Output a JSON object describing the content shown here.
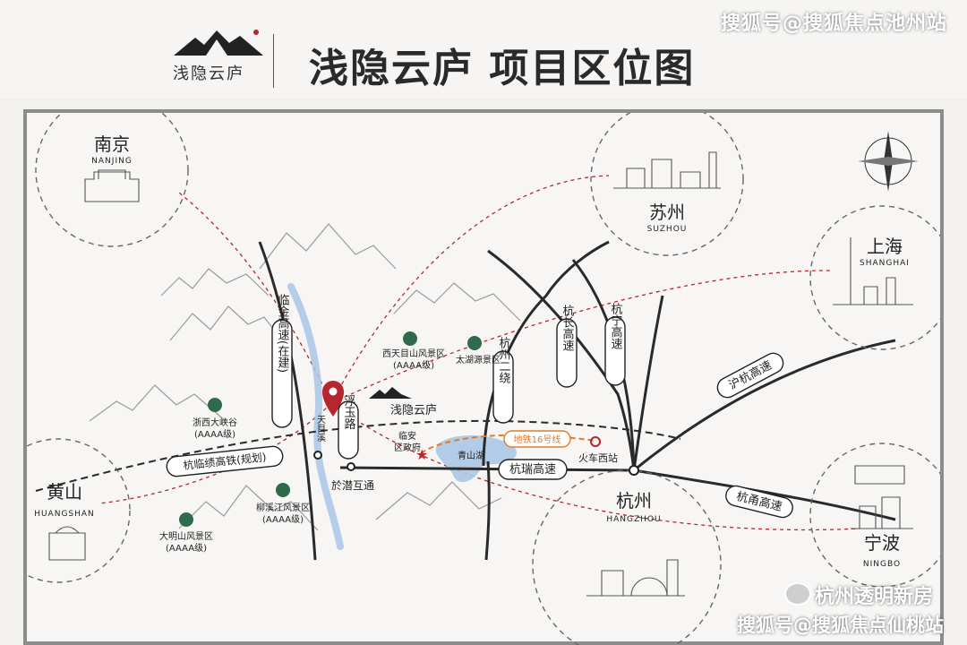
{
  "watermarks": {
    "top": "搜狐号@搜狐焦点池州站",
    "bottom": "搜狐号@搜狐焦点仙桃站",
    "account": "杭州透明新房"
  },
  "header": {
    "logo_text": "浅隐云庐",
    "title": "浅隐云庐  项目区位图"
  },
  "cities": {
    "nanjing": {
      "cn": "南京",
      "en": "NANJING"
    },
    "suzhou": {
      "cn": "苏州",
      "en": "SUZHOU"
    },
    "shanghai": {
      "cn": "上海",
      "en": "SHANGHAI"
    },
    "huangshan": {
      "cn": "黄山",
      "en": "HUANGSHAN"
    },
    "ningbo": {
      "cn": "宁波",
      "en": "NINGBO"
    },
    "hangzhou": {
      "cn": "杭州",
      "en": "HANGZHOU"
    }
  },
  "roads": {
    "linjin": "临金高速(在建)",
    "fuyu": "浮玉路",
    "hangzhou_ring2": "杭州二绕",
    "hangchang": "杭长高速",
    "hangning": "杭宁高速",
    "huhang": "沪杭高速",
    "hangrui": "杭瑞高速",
    "hangyong": "杭甬高速",
    "railway": "杭临绩高铁(规划)",
    "tianmu_stream": "天目溪"
  },
  "places": {
    "project": "浅隐云庐",
    "xitianmu": "西天目山风景区",
    "xitianmu_grade": "(AAAA级)",
    "taihu": "太湖源景区",
    "zhexi": "浙西大峡谷",
    "zhexi_grade": "(AAAA级)",
    "liuxijiang": "柳溪江风景区",
    "liuxijiang_grade": "(AAAA级)",
    "daming": "大明山风景区",
    "daming_grade": "(AAAA级)",
    "linan_gov_1": "临安",
    "linan_gov_2": "区政府",
    "qingshan_lake": "青山湖",
    "metro16": "地铁16号线",
    "hz_west": "火车西站",
    "yuqian": "於潜互通"
  },
  "colors": {
    "accent_red": "#b5262e",
    "metro_orange": "#e27b2c",
    "river_blue": "#aac6e6",
    "road_black": "#2a2a2a"
  }
}
